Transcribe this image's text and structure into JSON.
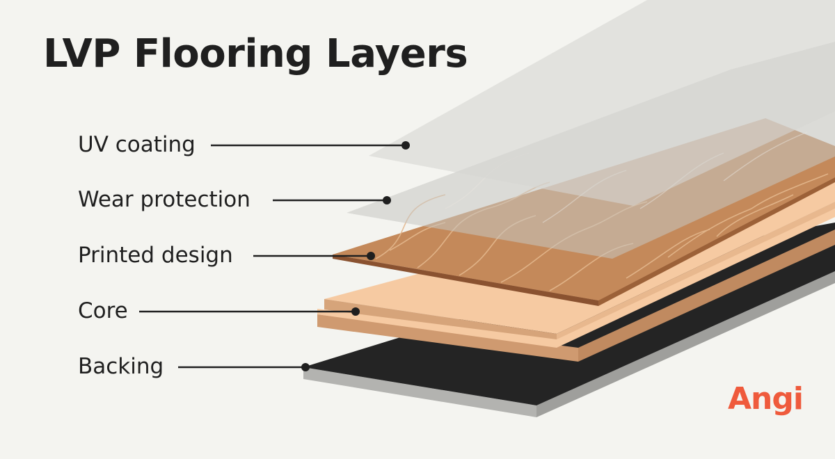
{
  "title": "LVP Flooring Layers",
  "layers": [
    {
      "label": "UV coating",
      "name": "uv-coating"
    },
    {
      "label": "Wear protection",
      "name": "wear-protection"
    },
    {
      "label": "Printed design",
      "name": "printed-design"
    },
    {
      "label": "Core",
      "name": "core"
    },
    {
      "label": "Backing",
      "name": "backing"
    }
  ],
  "brand": "Angi",
  "colors": {
    "background": "#f4f4f0",
    "text": "#1f1f1f",
    "brand": "#ef5a3c",
    "backing": "#222222",
    "core": "#f5c8a0",
    "printed": "#c48a5c",
    "film": "#c9c9c9"
  }
}
